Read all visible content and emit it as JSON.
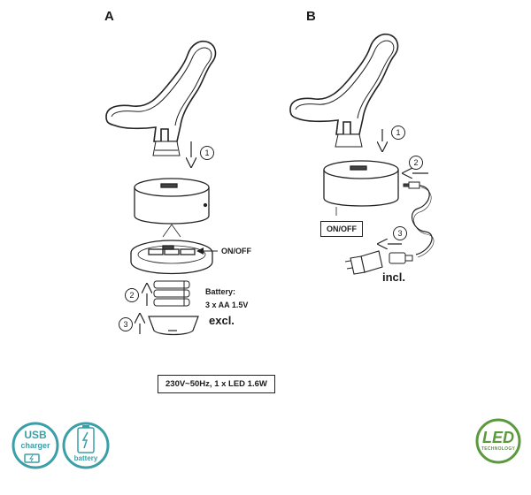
{
  "panel_a": {
    "letter": "A",
    "step1": "1",
    "step2": "2",
    "step3": "3",
    "on_off": "ON/OFF",
    "battery_label": "Battery:",
    "battery_spec": "3 x AA 1.5V",
    "excl": "excl."
  },
  "panel_b": {
    "letter": "B",
    "step1": "1",
    "step2": "2",
    "step3": "3",
    "on_off": "ON/OFF",
    "incl": "incl."
  },
  "spec_box": "230V~50Hz, 1 x LED 1.6W",
  "badges": {
    "usb_line1": "USB",
    "usb_line2": "charger",
    "battery": "battery",
    "led_main": "LED",
    "led_sub": "TECHNOLOGY"
  },
  "colors": {
    "usb_teal": "#3a9fa6",
    "led_green": "#5a9a3c",
    "line": "#222222"
  }
}
